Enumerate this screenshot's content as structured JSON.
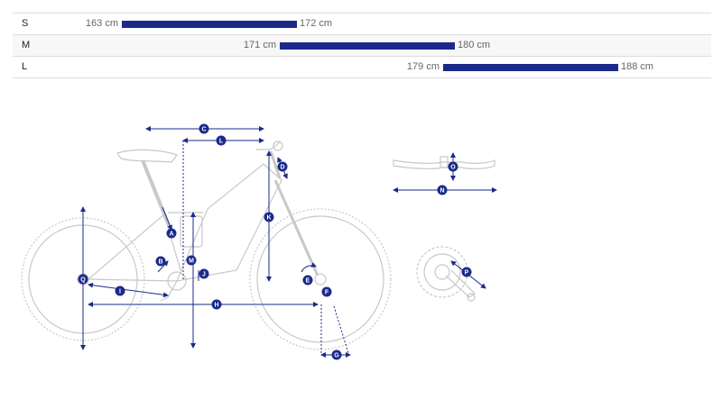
{
  "size_table": {
    "rows": [
      {
        "size": "S",
        "min": "163 cm",
        "max": "172 cm"
      },
      {
        "size": "M",
        "min": "171 cm",
        "max": "180 cm"
      },
      {
        "size": "L",
        "min": "179 cm",
        "max": "188 cm"
      }
    ]
  },
  "geometry_labels": {
    "A": "A",
    "B": "B",
    "C": "C",
    "D": "D",
    "E": "E",
    "F": "F",
    "G": "G",
    "H": "H",
    "I": "I",
    "J": "J",
    "K": "K",
    "L": "L",
    "M": "M",
    "N": "N",
    "O": "O",
    "P": "P",
    "Q": "Q"
  },
  "colors": {
    "accent": "#1b2a8a",
    "outline": "#c8c8c8"
  }
}
